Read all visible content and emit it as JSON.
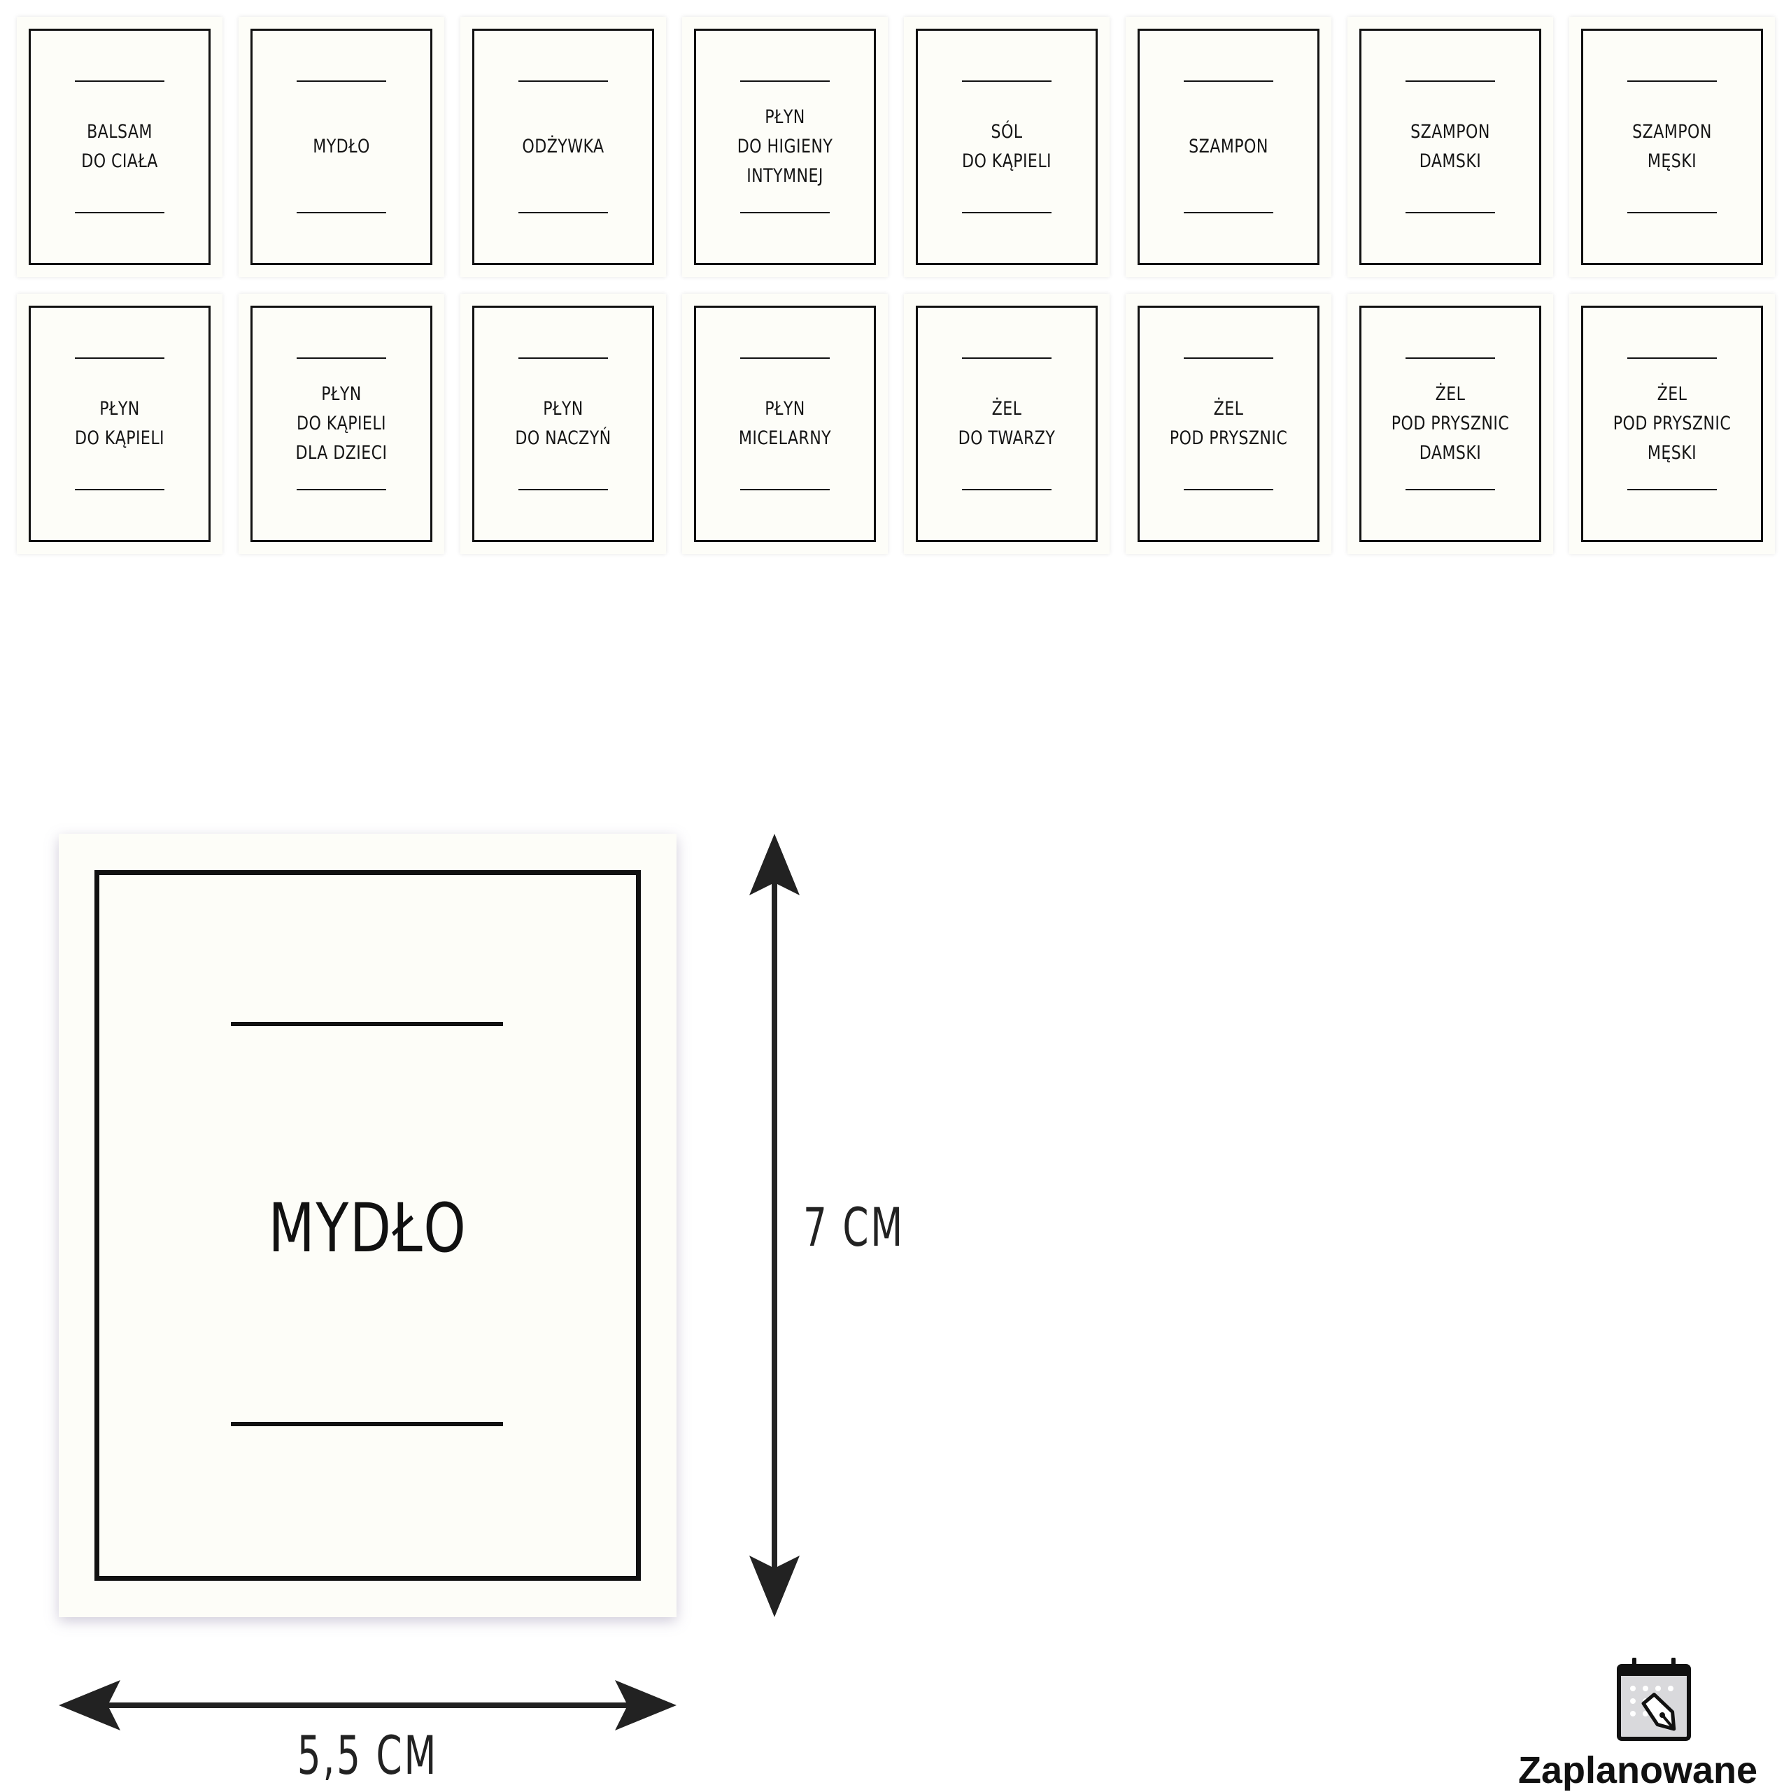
{
  "labels": [
    {
      "lines": [
        "BALSAM",
        "DO CIAŁA"
      ]
    },
    {
      "lines": [
        "MYDŁO"
      ]
    },
    {
      "lines": [
        "ODŻYWKA"
      ]
    },
    {
      "lines": [
        "PŁYN",
        "DO HIGIENY",
        "INTYMNEJ"
      ]
    },
    {
      "lines": [
        "SÓL",
        "DO KĄPIELI"
      ]
    },
    {
      "lines": [
        "SZAMPON"
      ]
    },
    {
      "lines": [
        "SZAMPON",
        "DAMSKI"
      ]
    },
    {
      "lines": [
        "SZAMPON",
        "MĘSKI"
      ]
    },
    {
      "lines": [
        "PŁYN",
        "DO KĄPIELI"
      ]
    },
    {
      "lines": [
        "PŁYN",
        "DO KĄPIELI",
        "DLA DZIECI"
      ]
    },
    {
      "lines": [
        "PŁYN",
        "DO NACZYŃ"
      ]
    },
    {
      "lines": [
        "PŁYN",
        "MICELARNY"
      ]
    },
    {
      "lines": [
        "ŻEL",
        "DO TWARZY"
      ]
    },
    {
      "lines": [
        "ŻEL",
        "POD PRYSZNIC"
      ]
    },
    {
      "lines": [
        "ŻEL",
        "POD PRYSZNIC",
        "DAMSKI"
      ]
    },
    {
      "lines": [
        "ŻEL",
        "POD PRYSZNIC",
        "MĘSKI"
      ]
    }
  ],
  "sample": {
    "text": "MYDŁO",
    "height_label": "7 CM",
    "width_label": "5,5 CM"
  },
  "brand": {
    "name": "Zaplanowane",
    "icon": "calendar-pen-icon"
  },
  "colors": {
    "card_background": "#fdfdf8",
    "ink": "#111111"
  }
}
